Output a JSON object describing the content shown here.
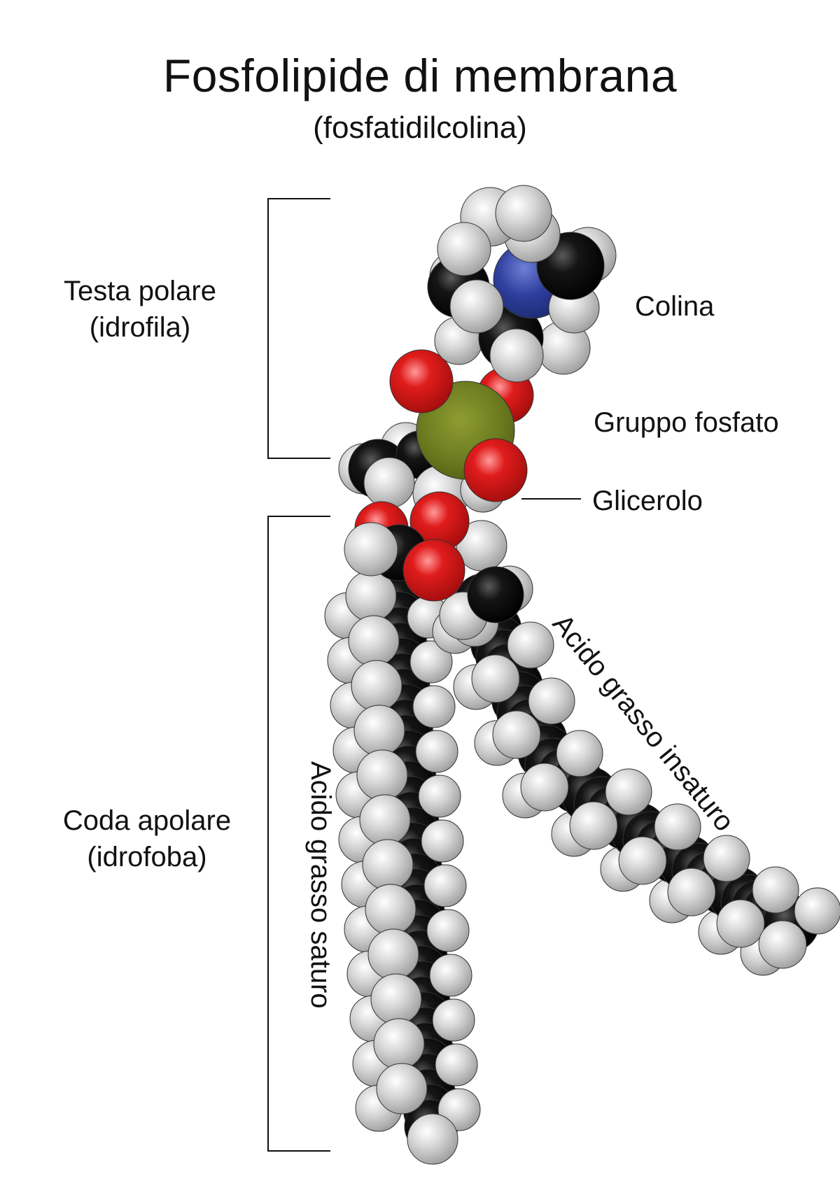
{
  "header": {
    "title": "Fosfolipide di membrana",
    "subtitle": "(fosfatidilcolina)"
  },
  "regions": {
    "head": {
      "line1": "Testa polare",
      "line2": "(idrofila)"
    },
    "tail": {
      "line1": "Coda apolare",
      "line2": "(idrofoba)"
    }
  },
  "labels": {
    "choline": "Colina",
    "phosphate": "Gruppo fosfato",
    "glycerol": "Glicerolo",
    "unsaturated_fatty_acid": "Acido grasso insaturo",
    "saturated_fatty_acid": "Acido grasso saturo"
  },
  "atom_colors": {
    "hydrogen": "#c8c8c8",
    "carbon": "#111111",
    "oxygen": "#d41a1a",
    "nitrogen": "#2e3f9e",
    "phosphorus": "#6b7a1f"
  }
}
